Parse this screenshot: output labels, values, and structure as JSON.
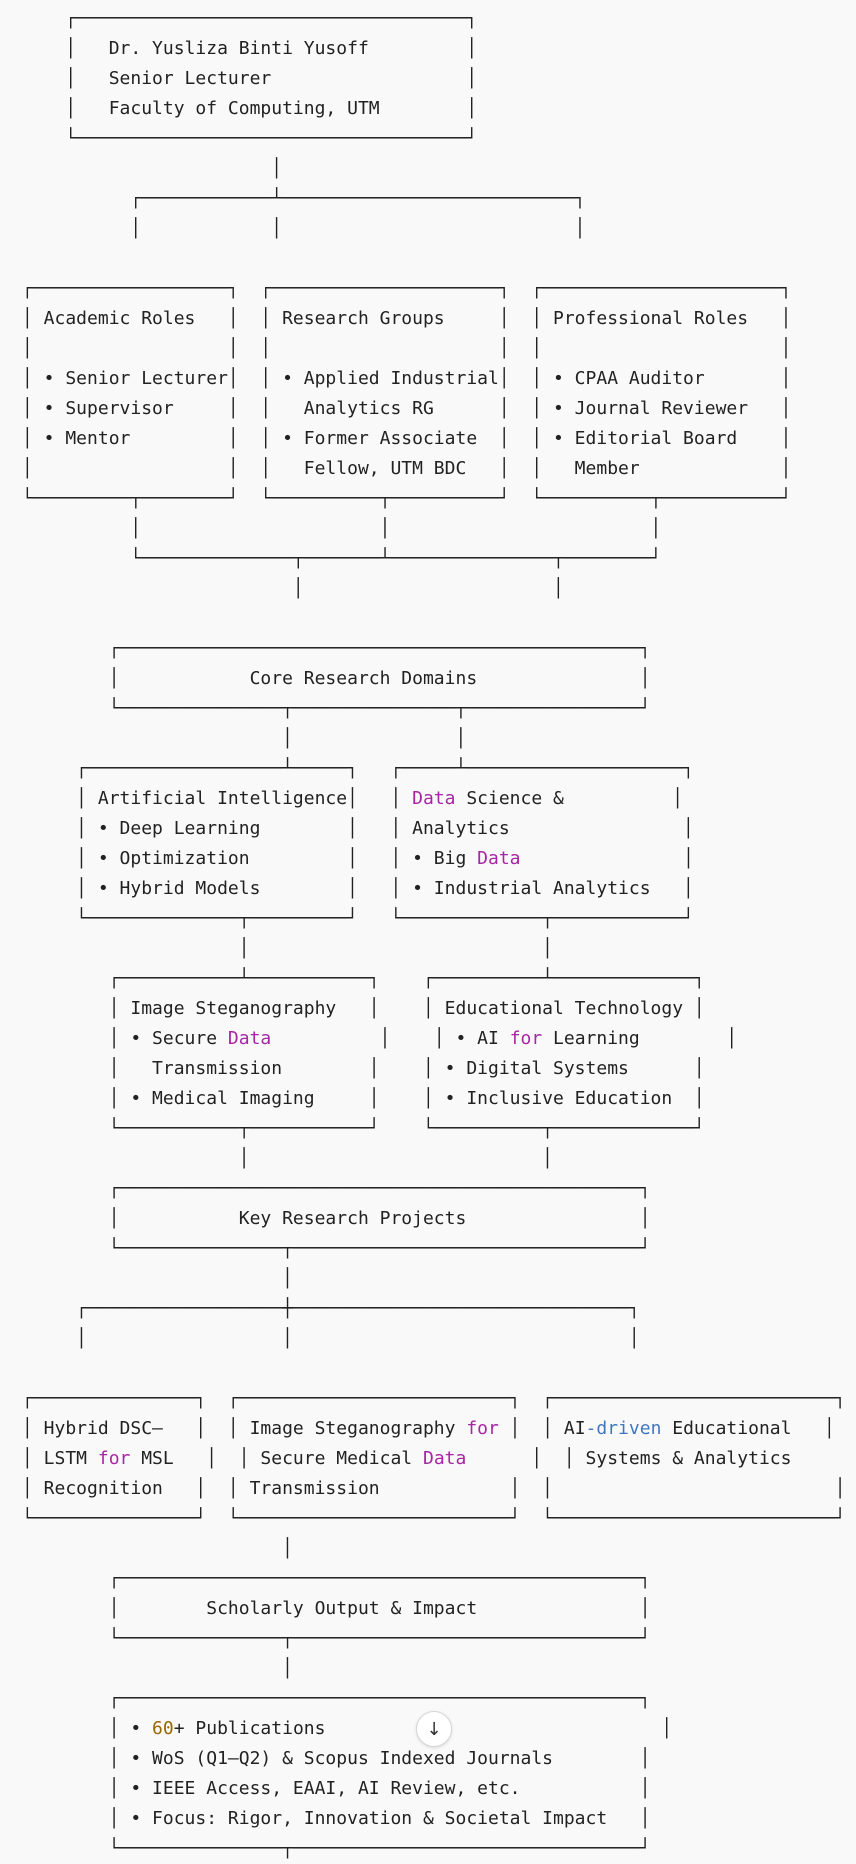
{
  "diagram": {
    "lines": [
      [
        {
          "t": "    ┌────────────────────────────────────┐"
        }
      ],
      [
        {
          "t": "    │   Dr. Yusliza Binti Yusoff         │"
        }
      ],
      [
        {
          "t": "    │   Senior Lecturer                  │"
        }
      ],
      [
        {
          "t": "    │   Faculty of Computing, UTM        │"
        }
      ],
      [
        {
          "t": "    └────────────────────────────────────┘"
        }
      ],
      [
        {
          "t": "                       │"
        }
      ],
      [
        {
          "t": "          ┌────────────┴───────────────────────────┐"
        }
      ],
      [
        {
          "t": "          │            │                           │"
        }
      ],
      [
        {
          "t": ""
        }
      ],
      [
        {
          "t": "┌──────────────────┐  ┌─────────────────────┐  ┌──────────────────────┐"
        }
      ],
      [
        {
          "t": "│ Academic Roles   │  │ Research Groups     │  │ Professional Roles   │"
        }
      ],
      [
        {
          "t": "│                  │  │                     │  │                      │"
        }
      ],
      [
        {
          "t": "│ • Senior Lecturer│  │ • Applied Industrial│  │ • CPAA Auditor       │"
        }
      ],
      [
        {
          "t": "│ • Supervisor     │  │   Analytics RG      │  │ • Journal Reviewer   │"
        }
      ],
      [
        {
          "t": "│ • Mentor         │  │ • Former Associate  │  │ • Editorial Board    │"
        }
      ],
      [
        {
          "t": "│                  │  │   Fellow, UTM BDC   │  │   Member             │"
        }
      ],
      [
        {
          "t": "└─────────┬────────┘  └──────────┬──────────┘  └──────────┬───────────┘"
        }
      ],
      [
        {
          "t": "          │                      │                        │"
        }
      ],
      [
        {
          "t": "          └──────────────┬───────┴───────────────┬────────┘"
        }
      ],
      [
        {
          "t": "                         │                       │"
        }
      ],
      [
        {
          "t": ""
        }
      ],
      [
        {
          "t": "        ┌────────────────────────────────────────────────┐"
        }
      ],
      [
        {
          "t": "        │            Core Research Domains               │"
        }
      ],
      [
        {
          "t": "        └───────────────┬───────────────┬────────────────┘"
        }
      ],
      [
        {
          "t": "                        │               │"
        }
      ],
      [
        {
          "t": "     ┌──────────────────┴─────┐   ┌─────┴────────────────────┐"
        }
      ],
      [
        {
          "t": "     │ Artificial Intelligence│   │ "
        },
        {
          "t": "Data",
          "c": "kw"
        },
        {
          "t": " Science &          │"
        }
      ],
      [
        {
          "t": "     │ • Deep Learning        │   │ Analytics                │"
        }
      ],
      [
        {
          "t": "     │ • Optimization         │   │ • Big "
        },
        {
          "t": "Data",
          "c": "kw"
        },
        {
          "t": "               │"
        }
      ],
      [
        {
          "t": "     │ • Hybrid Models        │   │ • Industrial Analytics   │"
        }
      ],
      [
        {
          "t": "     └──────────────┬─────────┘   └─────────────┬────────────┘"
        }
      ],
      [
        {
          "t": "                    │                           │"
        }
      ],
      [
        {
          "t": "        ┌───────────┴───────────┐    ┌──────────┴─────────────┐"
        }
      ],
      [
        {
          "t": "        │ Image Steganography   │    │ Educational Technology │"
        }
      ],
      [
        {
          "t": "        │ • Secure "
        },
        {
          "t": "Data",
          "c": "kw"
        },
        {
          "t": "          │    │ • AI "
        },
        {
          "t": "for",
          "c": "kw"
        },
        {
          "t": " Learning        │"
        }
      ],
      [
        {
          "t": "        │   Transmission        │    │ • Digital Systems      │"
        }
      ],
      [
        {
          "t": "        │ • Medical Imaging     │    │ • Inclusive Education  │"
        }
      ],
      [
        {
          "t": "        └───────────┬───────────┘    └──────────┬─────────────┘"
        }
      ],
      [
        {
          "t": "                    │                           │"
        }
      ],
      [
        {
          "t": "        ┌────────────────────────────────────────────────┐"
        }
      ],
      [
        {
          "t": "        │           Key Research Projects                │"
        }
      ],
      [
        {
          "t": "        └───────────────┬────────────────────────────────┘"
        }
      ],
      [
        {
          "t": "                        │"
        }
      ],
      [
        {
          "t": "     ┌──────────────────┼───────────────────────────────┐"
        }
      ],
      [
        {
          "t": "     │                  │                               │"
        }
      ],
      [
        {
          "t": ""
        }
      ],
      [
        {
          "t": "┌───────────────┐  ┌─────────────────────────┐  ┌──────────────────────────┐"
        }
      ],
      [
        {
          "t": "│ Hybrid DSC–   │  │ Image Steganography "
        },
        {
          "t": "for",
          "c": "kw"
        },
        {
          "t": " │  │ AI"
        },
        {
          "t": "-driven",
          "c": "fn"
        },
        {
          "t": " Educational   │"
        }
      ],
      [
        {
          "t": "│ LSTM "
        },
        {
          "t": "for",
          "c": "kw"
        },
        {
          "t": " MSL   │  │ Secure Medical "
        },
        {
          "t": "Data",
          "c": "kw"
        },
        {
          "t": "      │  │ Systems & Analytics      │"
        }
      ],
      [
        {
          "t": "│ Recognition   │  │ Transmission            │  │                          │"
        }
      ],
      [
        {
          "t": "└───────────────┘  └─────────────────────────┘  └──────────────────────────┘"
        }
      ],
      [
        {
          "t": "                        │"
        }
      ],
      [
        {
          "t": "        ┌────────────────────────────────────────────────┐"
        }
      ],
      [
        {
          "t": "        │        Scholarly Output & Impact               │"
        }
      ],
      [
        {
          "t": "        └───────────────┬────────────────────────────────┘"
        }
      ],
      [
        {
          "t": "                        │"
        }
      ],
      [
        {
          "t": "        ┌────────────────────────────────────────────────┐"
        }
      ],
      [
        {
          "t": "        │ • "
        },
        {
          "t": "60",
          "c": "num"
        },
        {
          "t": "+ Publications                               │"
        }
      ],
      [
        {
          "t": "        │ • WoS (Q1–Q2) & Scopus Indexed Journals        │"
        }
      ],
      [
        {
          "t": "        │ • IEEE Access, EAAI, AI Review, etc.           │"
        }
      ],
      [
        {
          "t": "        │ • Focus: Rigor, Innovation & Societal Impact   │"
        }
      ],
      [
        {
          "t": "        └───────────────┬────────────────────────────────┘"
        }
      ]
    ]
  },
  "ui": {
    "scroll_down_icon": "↓"
  }
}
